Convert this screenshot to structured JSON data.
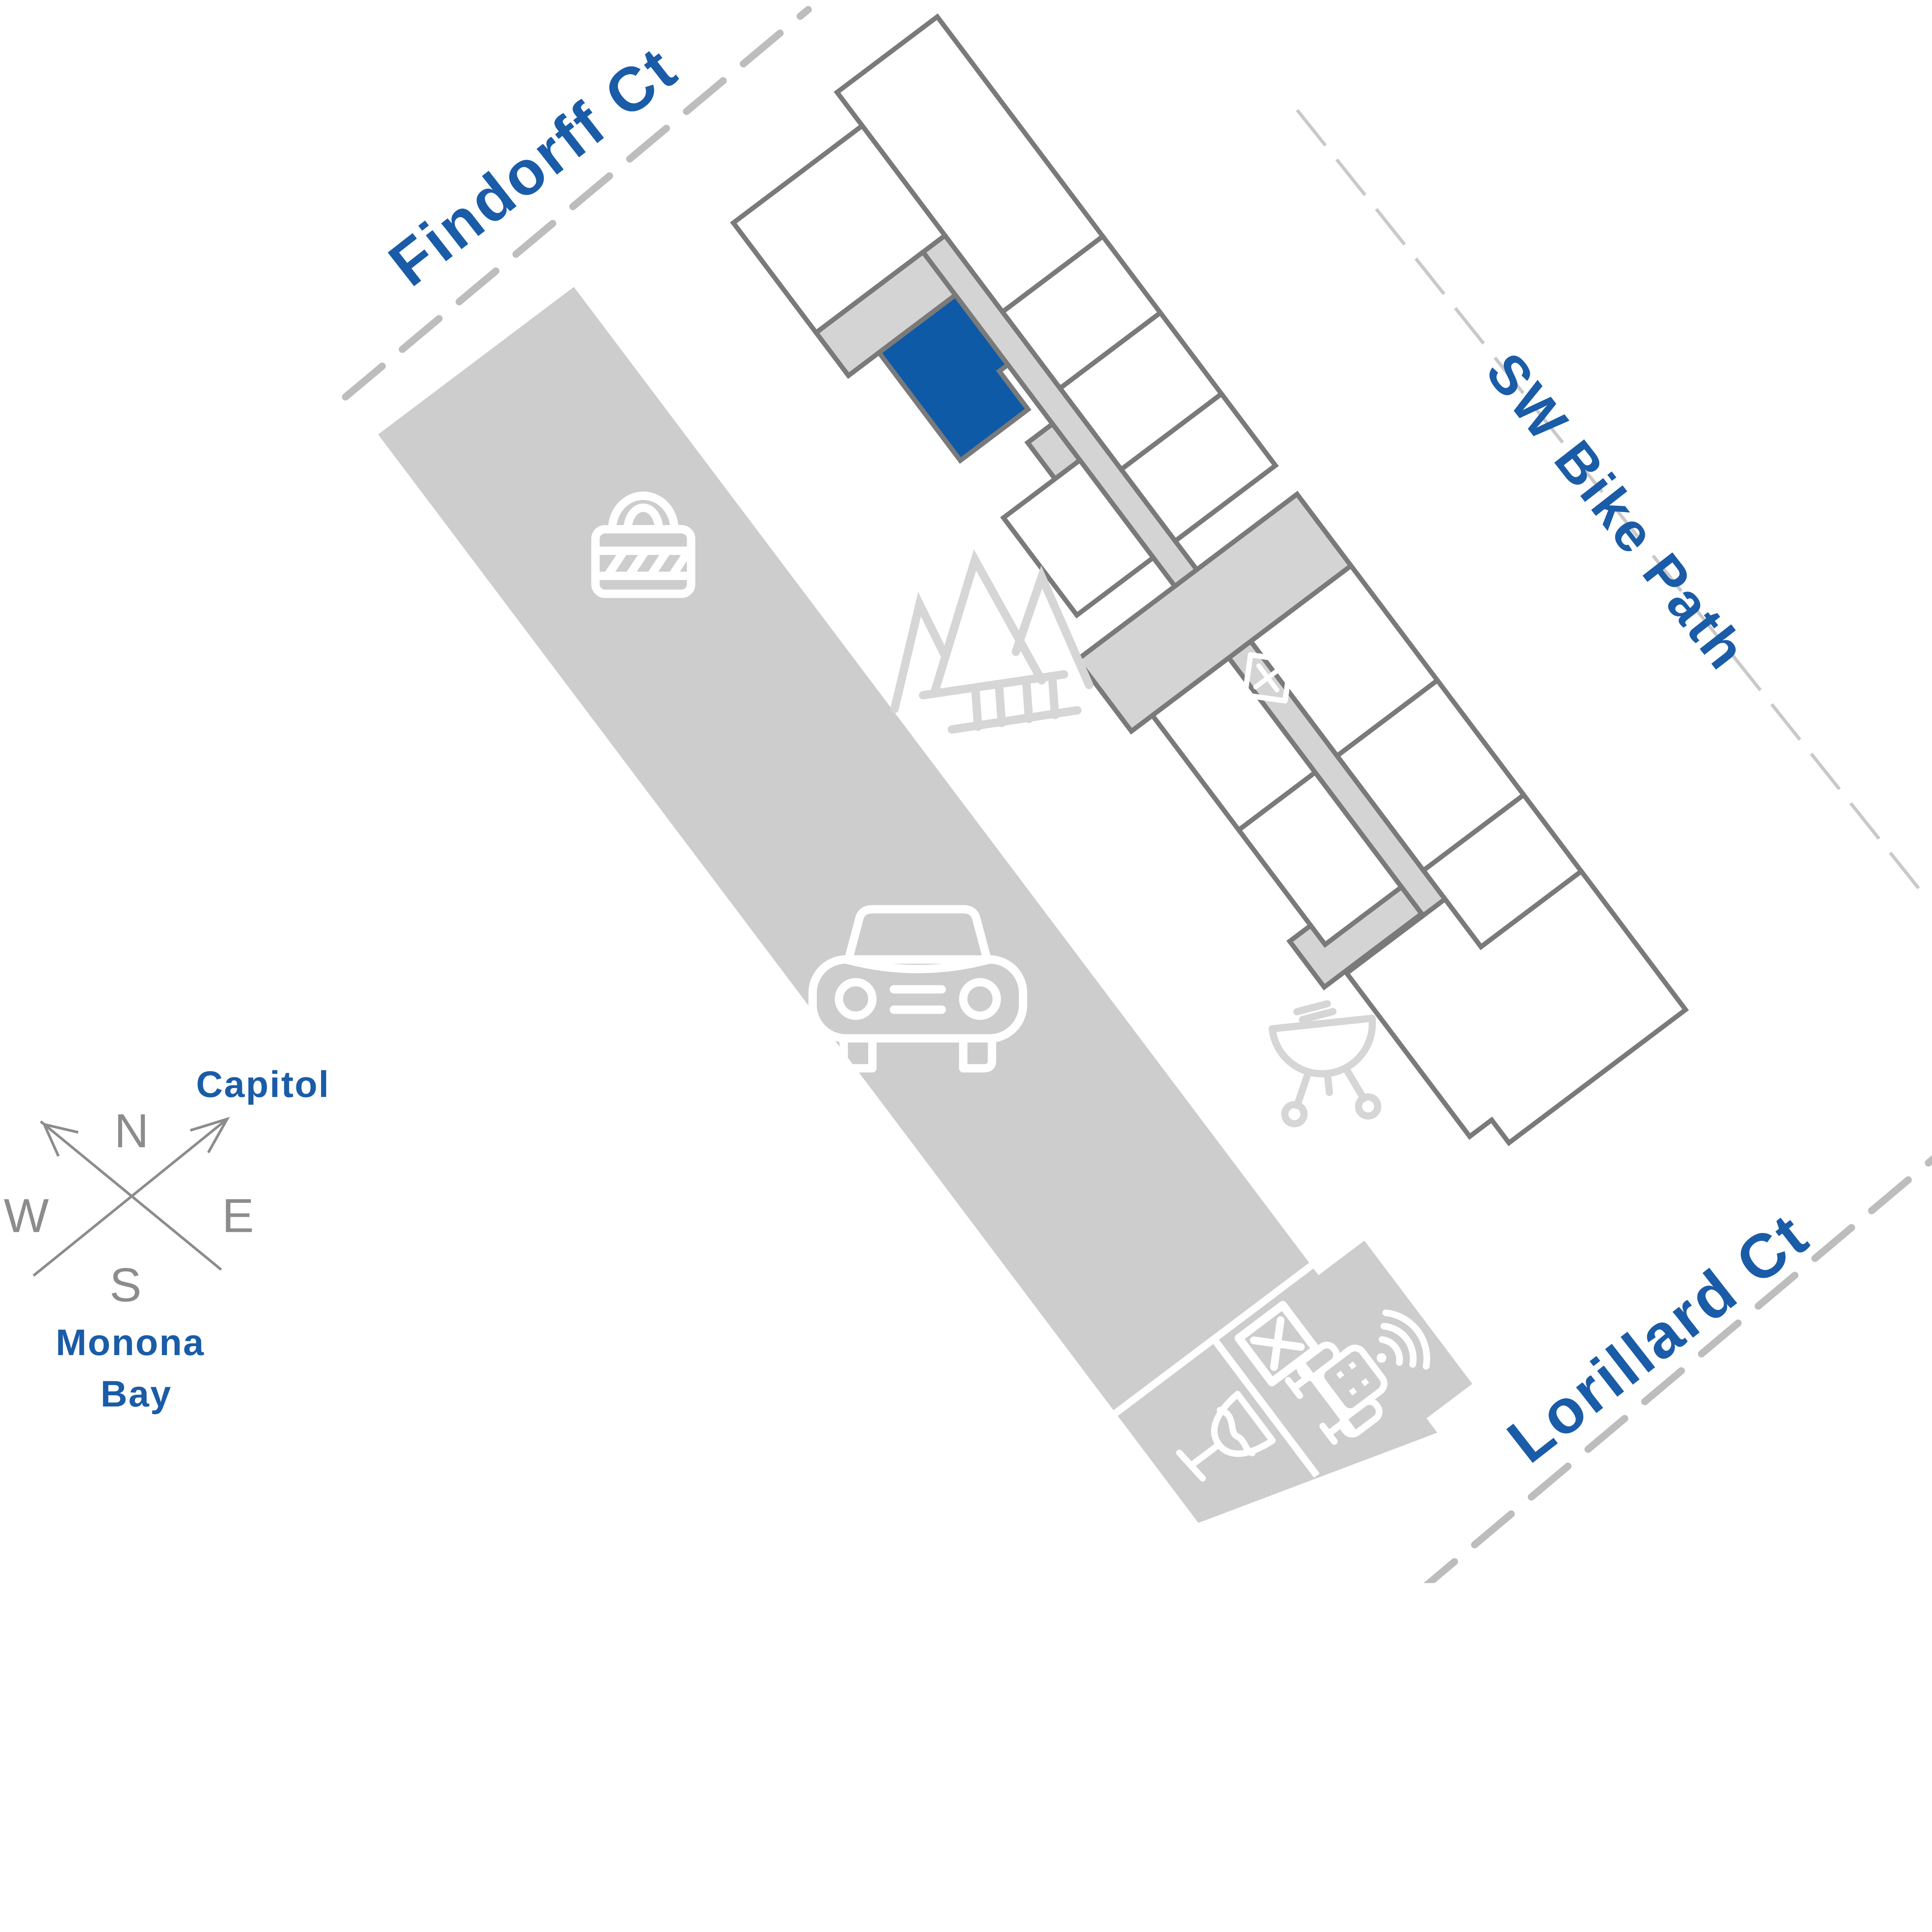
{
  "colors": {
    "brand-blue": "#1A5CA7",
    "selected-unit-blue": "#0E5AA6",
    "outline-gray": "#7A7A7A",
    "corridor-gray": "#D4D4D4",
    "lot-gray": "#CDCDCD",
    "icon-light-gray": "#D6D6D6",
    "dash-gray": "#BDBDBD",
    "thin-dash-gray": "#C9C9C9",
    "compass-gray": "#8C8C8C"
  },
  "streets": {
    "findorff": {
      "label": "Findorff Ct"
    },
    "bike_path": {
      "label": "SW Bike Path"
    },
    "lorillard": {
      "label": "Lorillard Ct"
    }
  },
  "landmarks": {
    "capitol": {
      "label": "Capitol"
    },
    "monona_bay": {
      "line1": "Monona",
      "line2": "Bay"
    }
  },
  "compass": {
    "north": "N",
    "east": "E",
    "south": "S",
    "west": "W"
  },
  "icons": {
    "lock": "lock-icon",
    "car": "car-icon",
    "trees": "trees-icon",
    "grill": "grill-icon",
    "stairs_building": "stairs-x-icon",
    "stairs_lot": "stairs-x-icon",
    "lounge": "lounge-chair-wifi-icon",
    "wine": "wine-glass-icon"
  },
  "map": {
    "selected_unit": "highlighted-unit"
  }
}
